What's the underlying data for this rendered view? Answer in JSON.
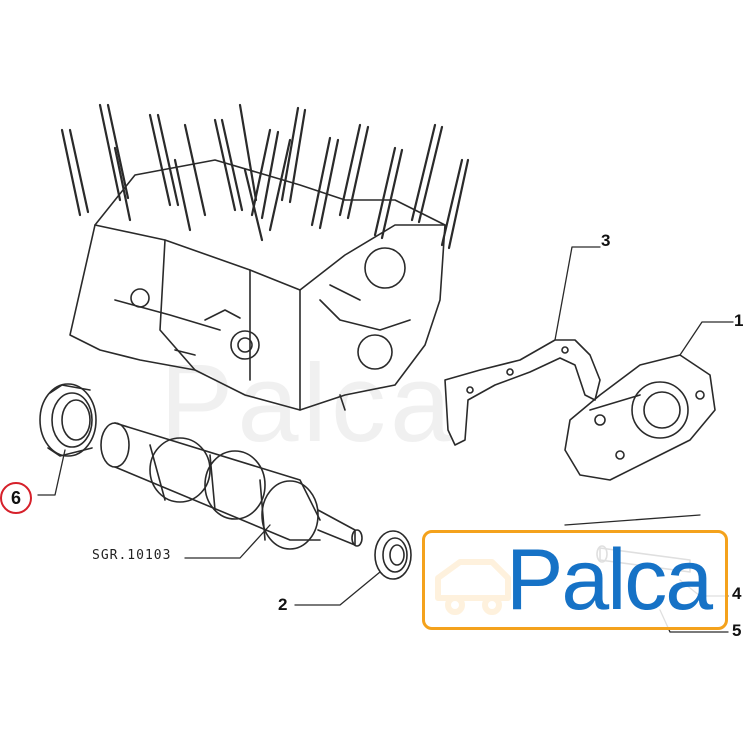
{
  "callouts": {
    "part_1": "1",
    "part_2": "2",
    "part_3": "3",
    "part_4": "4",
    "part_5": "5",
    "part_6": "6"
  },
  "reference": "SGR.10103",
  "logo": {
    "brand": "Palca",
    "primary_color": "#1672c6",
    "accent_color": "#f4a21c",
    "highlight_color": "#d6202a"
  }
}
